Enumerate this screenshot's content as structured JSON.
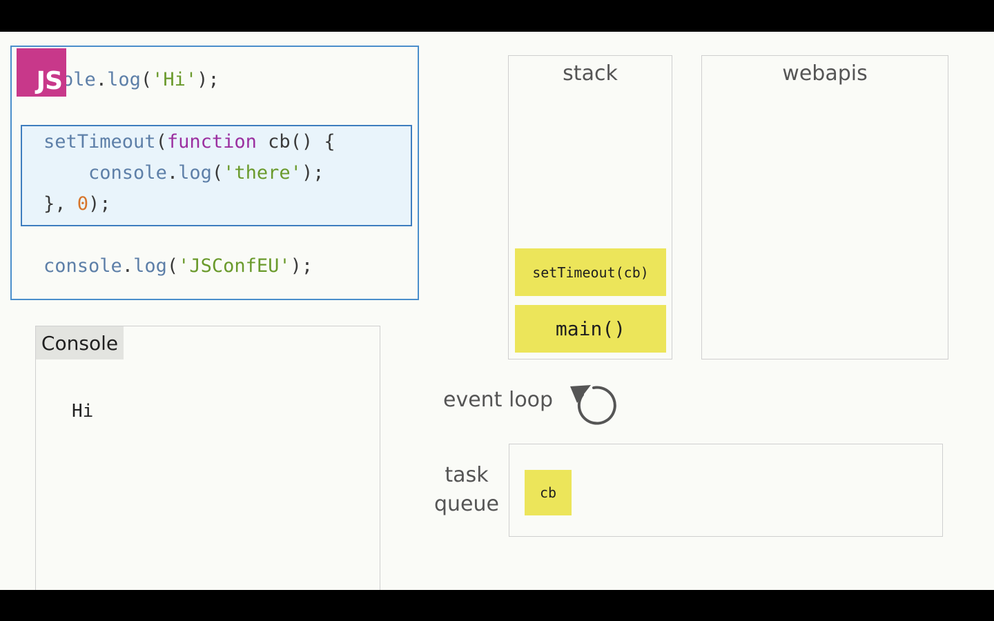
{
  "code": {
    "logo_text": "JS",
    "lines": [
      [
        {
          "text": "console",
          "kind": "ident"
        },
        {
          "text": ".",
          "kind": "punc"
        },
        {
          "text": "log",
          "kind": "ident"
        },
        {
          "text": "(",
          "kind": "punc"
        },
        {
          "text": "'Hi'",
          "kind": "str"
        },
        {
          "text": ");",
          "kind": "punc"
        }
      ],
      [
        {
          "text": "setTimeout",
          "kind": "ident"
        },
        {
          "text": "(",
          "kind": "punc"
        },
        {
          "text": "function",
          "kind": "kw"
        },
        {
          "text": " cb() {",
          "kind": "punc"
        }
      ],
      [
        {
          "text": "    ",
          "kind": "punc"
        },
        {
          "text": "console",
          "kind": "ident"
        },
        {
          "text": ".",
          "kind": "punc"
        },
        {
          "text": "log",
          "kind": "ident"
        },
        {
          "text": "(",
          "kind": "punc"
        },
        {
          "text": "'there'",
          "kind": "str"
        },
        {
          "text": ");",
          "kind": "punc"
        }
      ],
      [
        {
          "text": "}, ",
          "kind": "punc"
        },
        {
          "text": "0",
          "kind": "num"
        },
        {
          "text": ");",
          "kind": "punc"
        }
      ],
      [
        {
          "text": "console",
          "kind": "ident"
        },
        {
          "text": ".",
          "kind": "punc"
        },
        {
          "text": "log",
          "kind": "ident"
        },
        {
          "text": "(",
          "kind": "punc"
        },
        {
          "text": "'JSConfEU'",
          "kind": "str"
        },
        {
          "text": ");",
          "kind": "punc"
        }
      ]
    ]
  },
  "console": {
    "title": "Console",
    "output": "Hi"
  },
  "stack": {
    "title": "stack",
    "frames": [
      "setTimeout(cb)",
      "main()"
    ]
  },
  "webapis": {
    "title": "webapis"
  },
  "event_loop": {
    "label": "event loop",
    "icon": "circular-arrow-icon"
  },
  "task_queue": {
    "label_line1": "task",
    "label_line2": "queue",
    "items": [
      "cb"
    ]
  },
  "colors": {
    "js_logo": "#c8388a",
    "frame_yellow": "#ece55a",
    "code_border": "#4a8ecb",
    "highlight_bg": "#e9f4fb",
    "ident": "#5d7fa8",
    "string": "#6a9a2c",
    "keyword": "#9b2fa0",
    "number": "#d7752b"
  }
}
